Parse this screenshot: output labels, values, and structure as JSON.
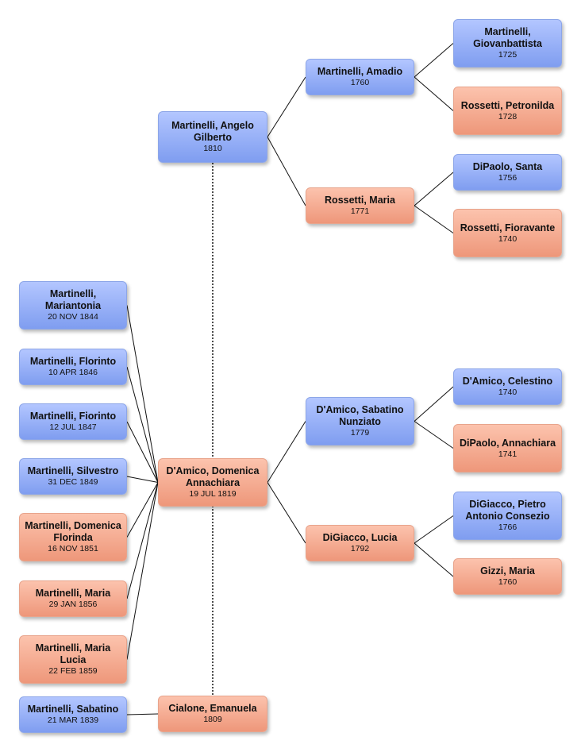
{
  "people": {
    "angelo": {
      "name": "Martinelli, Angelo Gilberto",
      "date": "1810",
      "sex": "male"
    },
    "amadio": {
      "name": "Martinelli, Amadio",
      "date": "1760",
      "sex": "male"
    },
    "giovanbattista": {
      "name": "Martinelli, Giovanbattista",
      "date": "1725",
      "sex": "male"
    },
    "petronilda": {
      "name": "Rossetti, Petronilda",
      "date": "1728",
      "sex": "female"
    },
    "maria_r": {
      "name": "Rossetti, Maria",
      "date": "1771",
      "sex": "female"
    },
    "santa": {
      "name": "DiPaolo, Santa",
      "date": "1756",
      "sex": "male"
    },
    "fioravante": {
      "name": "Rossetti, Fioravante",
      "date": "1740",
      "sex": "female"
    },
    "domenica": {
      "name": "D'Amico, Domenica Annachiara",
      "date": "19 JUL 1819",
      "sex": "female"
    },
    "sabatino_d": {
      "name": "D'Amico, Sabatino Nunziato",
      "date": "1779",
      "sex": "male"
    },
    "celestino": {
      "name": "D'Amico, Celestino",
      "date": "1740",
      "sex": "male"
    },
    "annachiara": {
      "name": "DiPaolo, Annachiara",
      "date": "1741",
      "sex": "female"
    },
    "lucia": {
      "name": "DiGiacco, Lucia",
      "date": "1792",
      "sex": "female"
    },
    "pietro": {
      "name": "DiGiacco, Pietro Antonio Consezio",
      "date": "1766",
      "sex": "male"
    },
    "gizzi": {
      "name": "Gizzi, Maria",
      "date": "1760",
      "sex": "female"
    },
    "emanuela": {
      "name": "Cialone, Emanuela",
      "date": "1809",
      "sex": "female"
    },
    "mariantonia": {
      "name": "Martinelli, Mariantonia",
      "date": "20 NOV 1844",
      "sex": "male"
    },
    "florinto": {
      "name": "Martinelli, Florinto",
      "date": "10 APR 1846",
      "sex": "male"
    },
    "fiorinto": {
      "name": "Martinelli, Fiorinto",
      "date": "12 JUL 1847",
      "sex": "male"
    },
    "silvestro": {
      "name": "Martinelli, Silvestro",
      "date": "31 DEC 1849",
      "sex": "male"
    },
    "dflorinda": {
      "name": "Martinelli, Domenica Florinda",
      "date": "16 NOV 1851",
      "sex": "female"
    },
    "maria_m": {
      "name": "Martinelli, Maria",
      "date": "29 JAN 1856",
      "sex": "female"
    },
    "marialucia": {
      "name": "Martinelli, Maria Lucia",
      "date": "22 FEB 1859",
      "sex": "female"
    },
    "sabatino_m": {
      "name": "Martinelli, Sabatino",
      "date": "21 MAR 1839",
      "sex": "male"
    }
  },
  "colors": {
    "male": "#8fa8f0",
    "female": "#f2a68c",
    "line": "#111111"
  },
  "links": [
    {
      "from": "angelo",
      "to": "amadio",
      "type": "parent"
    },
    {
      "from": "angelo",
      "to": "maria_r",
      "type": "parent"
    },
    {
      "from": "amadio",
      "to": "giovanbattista",
      "type": "parent"
    },
    {
      "from": "amadio",
      "to": "petronilda",
      "type": "parent"
    },
    {
      "from": "maria_r",
      "to": "santa",
      "type": "parent"
    },
    {
      "from": "maria_r",
      "to": "fioravante",
      "type": "parent"
    },
    {
      "from": "domenica",
      "to": "sabatino_d",
      "type": "parent"
    },
    {
      "from": "domenica",
      "to": "lucia",
      "type": "parent"
    },
    {
      "from": "sabatino_d",
      "to": "celestino",
      "type": "parent"
    },
    {
      "from": "sabatino_d",
      "to": "annachiara",
      "type": "parent"
    },
    {
      "from": "lucia",
      "to": "pietro",
      "type": "parent"
    },
    {
      "from": "lucia",
      "to": "gizzi",
      "type": "parent"
    },
    {
      "from": "domenica",
      "to": "mariantonia",
      "type": "child"
    },
    {
      "from": "domenica",
      "to": "florinto",
      "type": "child"
    },
    {
      "from": "domenica",
      "to": "fiorinto",
      "type": "child"
    },
    {
      "from": "domenica",
      "to": "silvestro",
      "type": "child"
    },
    {
      "from": "domenica",
      "to": "dflorinda",
      "type": "child"
    },
    {
      "from": "domenica",
      "to": "maria_m",
      "type": "child"
    },
    {
      "from": "domenica",
      "to": "marialucia",
      "type": "child"
    },
    {
      "from": "emanuela",
      "to": "sabatino_m",
      "type": "child"
    },
    {
      "from": "angelo",
      "to": "emanuela",
      "type": "spouse"
    }
  ]
}
